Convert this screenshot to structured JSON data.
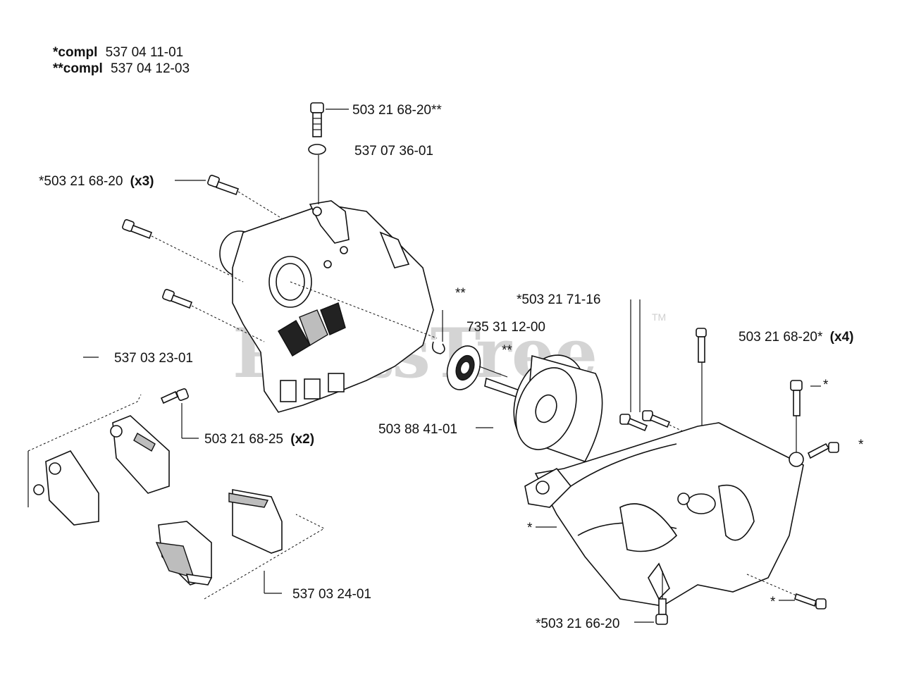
{
  "watermark": {
    "text": "PartsTree",
    "tm": "TM"
  },
  "header": {
    "line1_prefix": "*compl",
    "line1_number": "537 04 11-01",
    "line2_prefix": "**compl",
    "line2_number": "537 04 12-03"
  },
  "labels": {
    "screw_top": "503 21 68-20**",
    "ring_top": "537 07 36-01",
    "screw_x3_number": "*503 21 68-20",
    "screw_x3_qty": "(x3)",
    "part_537_03_23": "537 03 23-01",
    "marker_dstar_1": "**",
    "circlip": "735 31 12-00",
    "marker_dstar_2": "**",
    "screw_71_16": "*503 21 71-16",
    "screw_x4_number": "503 21 68-20*",
    "screw_x4_qty": "(x4)",
    "screw_x2_number": "503 21 68-25",
    "screw_x2_qty": "(x2)",
    "drum": "503 88 41-01",
    "marker_star_right1": "*",
    "marker_star_right2": "*",
    "marker_star_housing": "*",
    "marker_star_bottom": "*",
    "part_537_03_24": "537 03 24-01",
    "screw_66_20": "*503 21 66-20"
  }
}
